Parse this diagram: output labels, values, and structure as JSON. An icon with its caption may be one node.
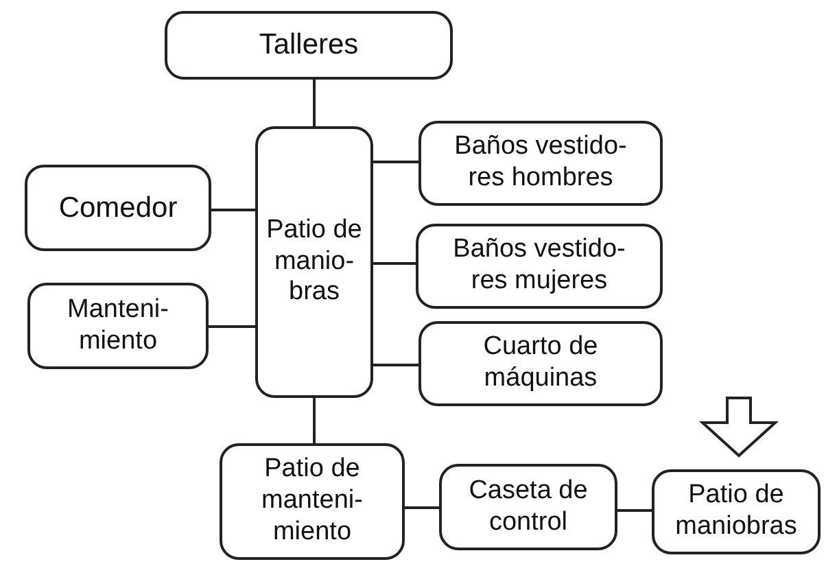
{
  "diagram": {
    "nodes": [
      {
        "text": [
          "Talleres"
        ]
      },
      {
        "text": [
          "Patio de manio- bras"
        ]
      },
      {
        "text": [
          "Comedor"
        ]
      },
      {
        "text": [
          "Manteni- miento"
        ]
      },
      {
        "text": [
          "Baños vestido- res hombres"
        ]
      },
      {
        "text": [
          "Baños vestido- res mujeres"
        ]
      },
      {
        "text": [
          "Cuarto de máquinas"
        ]
      },
      {
        "text": [
          "Patio de manteni- miento"
        ]
      },
      {
        "text": [
          "Caseta de control"
        ]
      },
      {
        "text": [
          "Patio de maniobras"
        ]
      }
    ],
    "edges": [
      {
        "from": 0,
        "to": 1,
        "arrow": "none"
      },
      {
        "from": 2,
        "to": 1,
        "arrow": "none"
      },
      {
        "from": 3,
        "to": 1,
        "arrow": "none"
      },
      {
        "from": 1,
        "to": 4,
        "arrow": "none"
      },
      {
        "from": 1,
        "to": 5,
        "arrow": "none"
      },
      {
        "from": 1,
        "to": 6,
        "arrow": "none"
      },
      {
        "from": 1,
        "to": 7,
        "arrow": "none"
      },
      {
        "from": 7,
        "to": 8,
        "arrow": "none"
      },
      {
        "from": 8,
        "to": 9,
        "arrow": "none"
      }
    ]
  }
}
